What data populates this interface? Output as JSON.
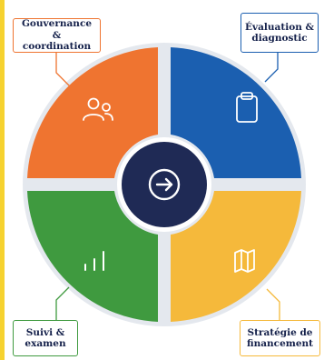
{
  "center": {
    "icon": "arrow-right-circle-icon",
    "color": "#1f2a55"
  },
  "quadrants": [
    {
      "key": "governance",
      "line1": "Gouvernance &",
      "line2": "coordination",
      "color": "#ef7430",
      "icon": "users-icon"
    },
    {
      "key": "evaluation",
      "line1": "Évaluation &",
      "line2": "diagnostic",
      "color": "#1b5fb0",
      "icon": "clipboard-icon"
    },
    {
      "key": "monitoring",
      "line1": "Suivi &",
      "line2": "examen",
      "color": "#3f9a3f",
      "icon": "bar-chart-icon"
    },
    {
      "key": "financing",
      "line1": "Stratégie de",
      "line2": "financement",
      "color": "#f5b93b",
      "icon": "map-icon"
    }
  ],
  "colors": {
    "background": "#ffffff",
    "ring_gap": "#e4e8ee",
    "accent_bar": "#f6d22f",
    "text": "#14204a"
  }
}
